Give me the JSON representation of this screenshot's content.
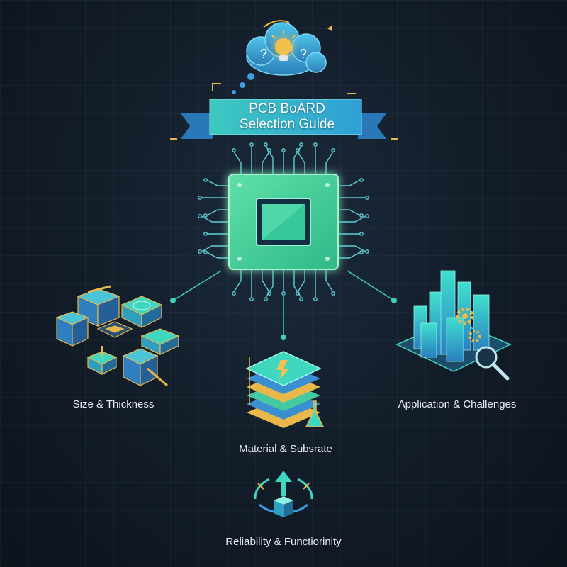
{
  "banner": {
    "line1": "PCB BoARD",
    "line2": "Selection Guide"
  },
  "thought_cloud": {
    "symbols": [
      "?",
      "?"
    ],
    "icon": "lightbulb-icon"
  },
  "nodes": [
    {
      "label": "Size & Thickness",
      "icon": "isometric-blocks-icon"
    },
    {
      "label": "Material & Subsrate",
      "icon": "layer-stack-icon"
    },
    {
      "label": "Application & Challenges",
      "icon": "city-gear-icon"
    },
    {
      "label": "Reliability & Functiorinity",
      "icon": "arrow-cube-icon"
    }
  ],
  "center_icon": "microchip-icon",
  "colors": {
    "background": "#121c28",
    "accent_teal": "#3fd7c0",
    "accent_green": "#3fcf8e",
    "accent_blue": "#3aa0e0",
    "accent_gold": "#e8b84a",
    "text": "#e6edf3"
  }
}
